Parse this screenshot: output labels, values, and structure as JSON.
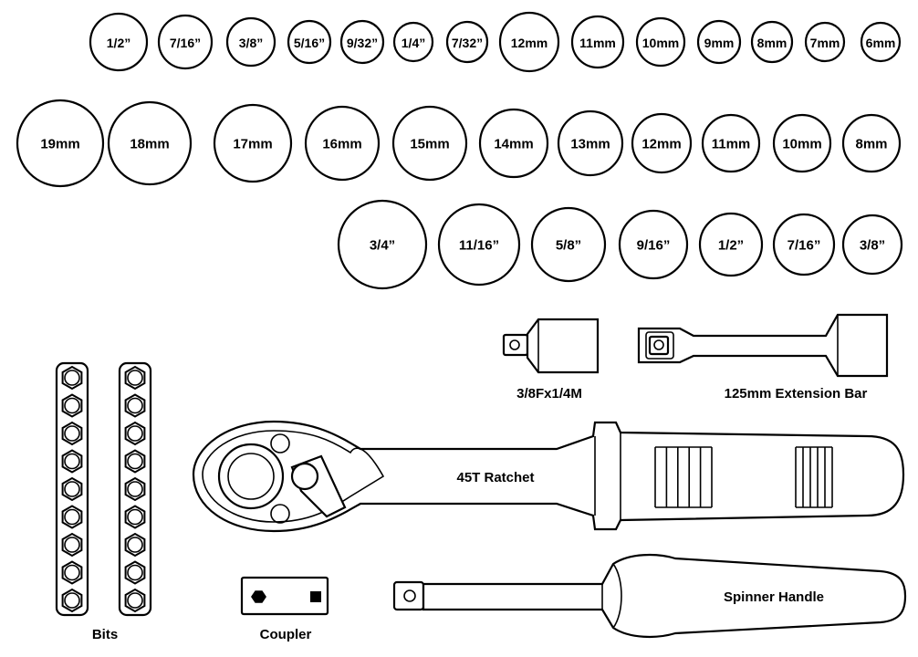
{
  "sockets": {
    "row1": [
      "1/2”",
      "7/16”",
      "3/8”",
      "5/16”",
      "9/32”",
      "1/4”",
      "7/32”",
      "12mm",
      "11mm",
      "10mm",
      "9mm",
      "8mm",
      "7mm",
      "6mm"
    ],
    "row2": [
      "19mm",
      "18mm",
      "17mm",
      "16mm",
      "15mm",
      "14mm",
      "13mm",
      "12mm",
      "11mm",
      "10mm",
      "8mm"
    ],
    "row3": [
      "3/4”",
      "11/16”",
      "5/8”",
      "9/16”",
      "1/2”",
      "7/16”",
      "3/8”"
    ]
  },
  "tools": {
    "adapter_label": "3/8Fx1/4M",
    "extension_label": "125mm Extension Bar",
    "ratchet_label": "45T Ratchet",
    "spinner_label": "Spinner Handle",
    "bits_label": "Bits",
    "coupler_label": "Coupler"
  },
  "bits": {
    "rails": 2,
    "per_rail": 9
  }
}
